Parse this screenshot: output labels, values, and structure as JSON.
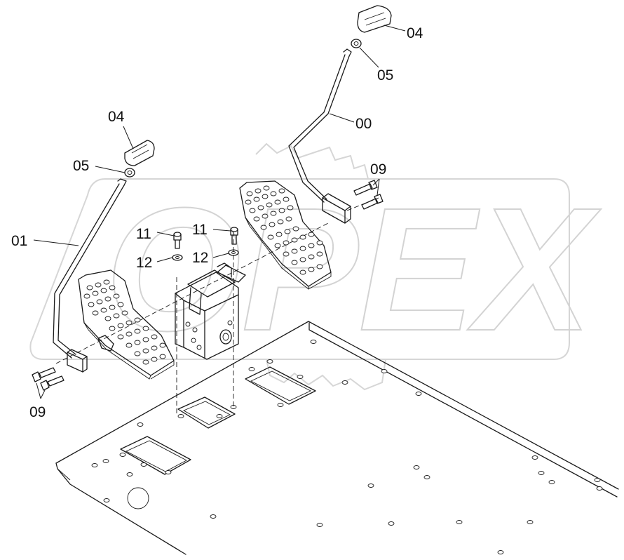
{
  "watermark": {
    "text": "OPEX",
    "color": "#d3d3d3"
  },
  "colors": {
    "line": "#1a1a1a",
    "background": "#ffffff"
  },
  "callouts": [
    {
      "id": "c-04-right",
      "text": "04"
    },
    {
      "id": "c-05-right",
      "text": "05"
    },
    {
      "id": "c-00",
      "text": "00"
    },
    {
      "id": "c-09-right",
      "text": "09"
    },
    {
      "id": "c-04-left",
      "text": "04"
    },
    {
      "id": "c-05-left",
      "text": "05"
    },
    {
      "id": "c-01",
      "text": "01"
    },
    {
      "id": "c-11-left",
      "text": "11"
    },
    {
      "id": "c-11-right",
      "text": "11"
    },
    {
      "id": "c-12-left",
      "text": "12"
    },
    {
      "id": "c-12-right",
      "text": "12"
    },
    {
      "id": "c-09-left",
      "text": "09"
    }
  ]
}
